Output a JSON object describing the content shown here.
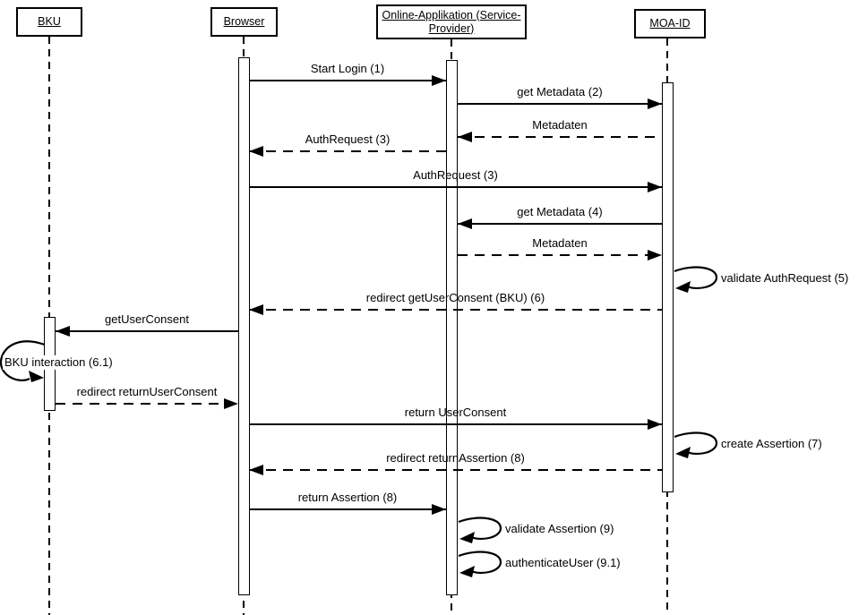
{
  "diagram": {
    "type": "uml-sequence-diagram",
    "colors": {
      "line": "#000000",
      "background": "#ffffff",
      "text": "#000000"
    },
    "actors": [
      {
        "id": "bku",
        "label": "BKU"
      },
      {
        "id": "browser",
        "label": "Browser"
      },
      {
        "id": "online-applikation",
        "label": "Online-Applikation (Service-Provider)"
      },
      {
        "id": "moa-id",
        "label": "MOA-ID"
      }
    ],
    "messages": [
      {
        "label": "Start Login (1)",
        "from": "browser",
        "to": "online-applikation",
        "kind": "solid"
      },
      {
        "label": "get Metadata (2)",
        "from": "online-applikation",
        "to": "moa-id",
        "kind": "solid"
      },
      {
        "label": "Metadaten",
        "from": "moa-id",
        "to": "online-applikation",
        "kind": "dashed"
      },
      {
        "label": "AuthRequest (3)",
        "from": "online-applikation",
        "to": "browser",
        "kind": "dashed"
      },
      {
        "label": "AuthRequest (3)",
        "from": "browser",
        "to": "moa-id",
        "kind": "solid"
      },
      {
        "label": "get Metadata (4)",
        "from": "moa-id",
        "to": "online-applikation",
        "kind": "solid"
      },
      {
        "label": "Metadaten",
        "from": "online-applikation",
        "to": "moa-id",
        "kind": "dashed"
      },
      {
        "label": "validate AuthRequest (5)",
        "from": "moa-id",
        "to": "moa-id",
        "kind": "self"
      },
      {
        "label": "redirect getUserConsent (BKU) (6)",
        "from": "moa-id",
        "to": "browser",
        "kind": "dashed"
      },
      {
        "label": "getUserConsent",
        "from": "browser",
        "to": "bku",
        "kind": "solid"
      },
      {
        "label": "BKU interaction (6.1)",
        "from": "bku",
        "to": "bku",
        "kind": "self"
      },
      {
        "label": "redirect returnUserConsent",
        "from": "bku",
        "to": "browser",
        "kind": "dashed"
      },
      {
        "label": "return UserConsent",
        "from": "browser",
        "to": "moa-id",
        "kind": "solid"
      },
      {
        "label": "create Assertion (7)",
        "from": "moa-id",
        "to": "moa-id",
        "kind": "self"
      },
      {
        "label": "redirect returnAssertion (8)",
        "from": "moa-id",
        "to": "browser",
        "kind": "dashed"
      },
      {
        "label": "return Assertion (8)",
        "from": "browser",
        "to": "online-applikation",
        "kind": "solid"
      },
      {
        "label": "validate Assertion (9)",
        "from": "online-applikation",
        "to": "online-applikation",
        "kind": "self"
      },
      {
        "label": "authenticateUser (9.1)",
        "from": "online-applikation",
        "to": "online-applikation",
        "kind": "self"
      }
    ]
  }
}
